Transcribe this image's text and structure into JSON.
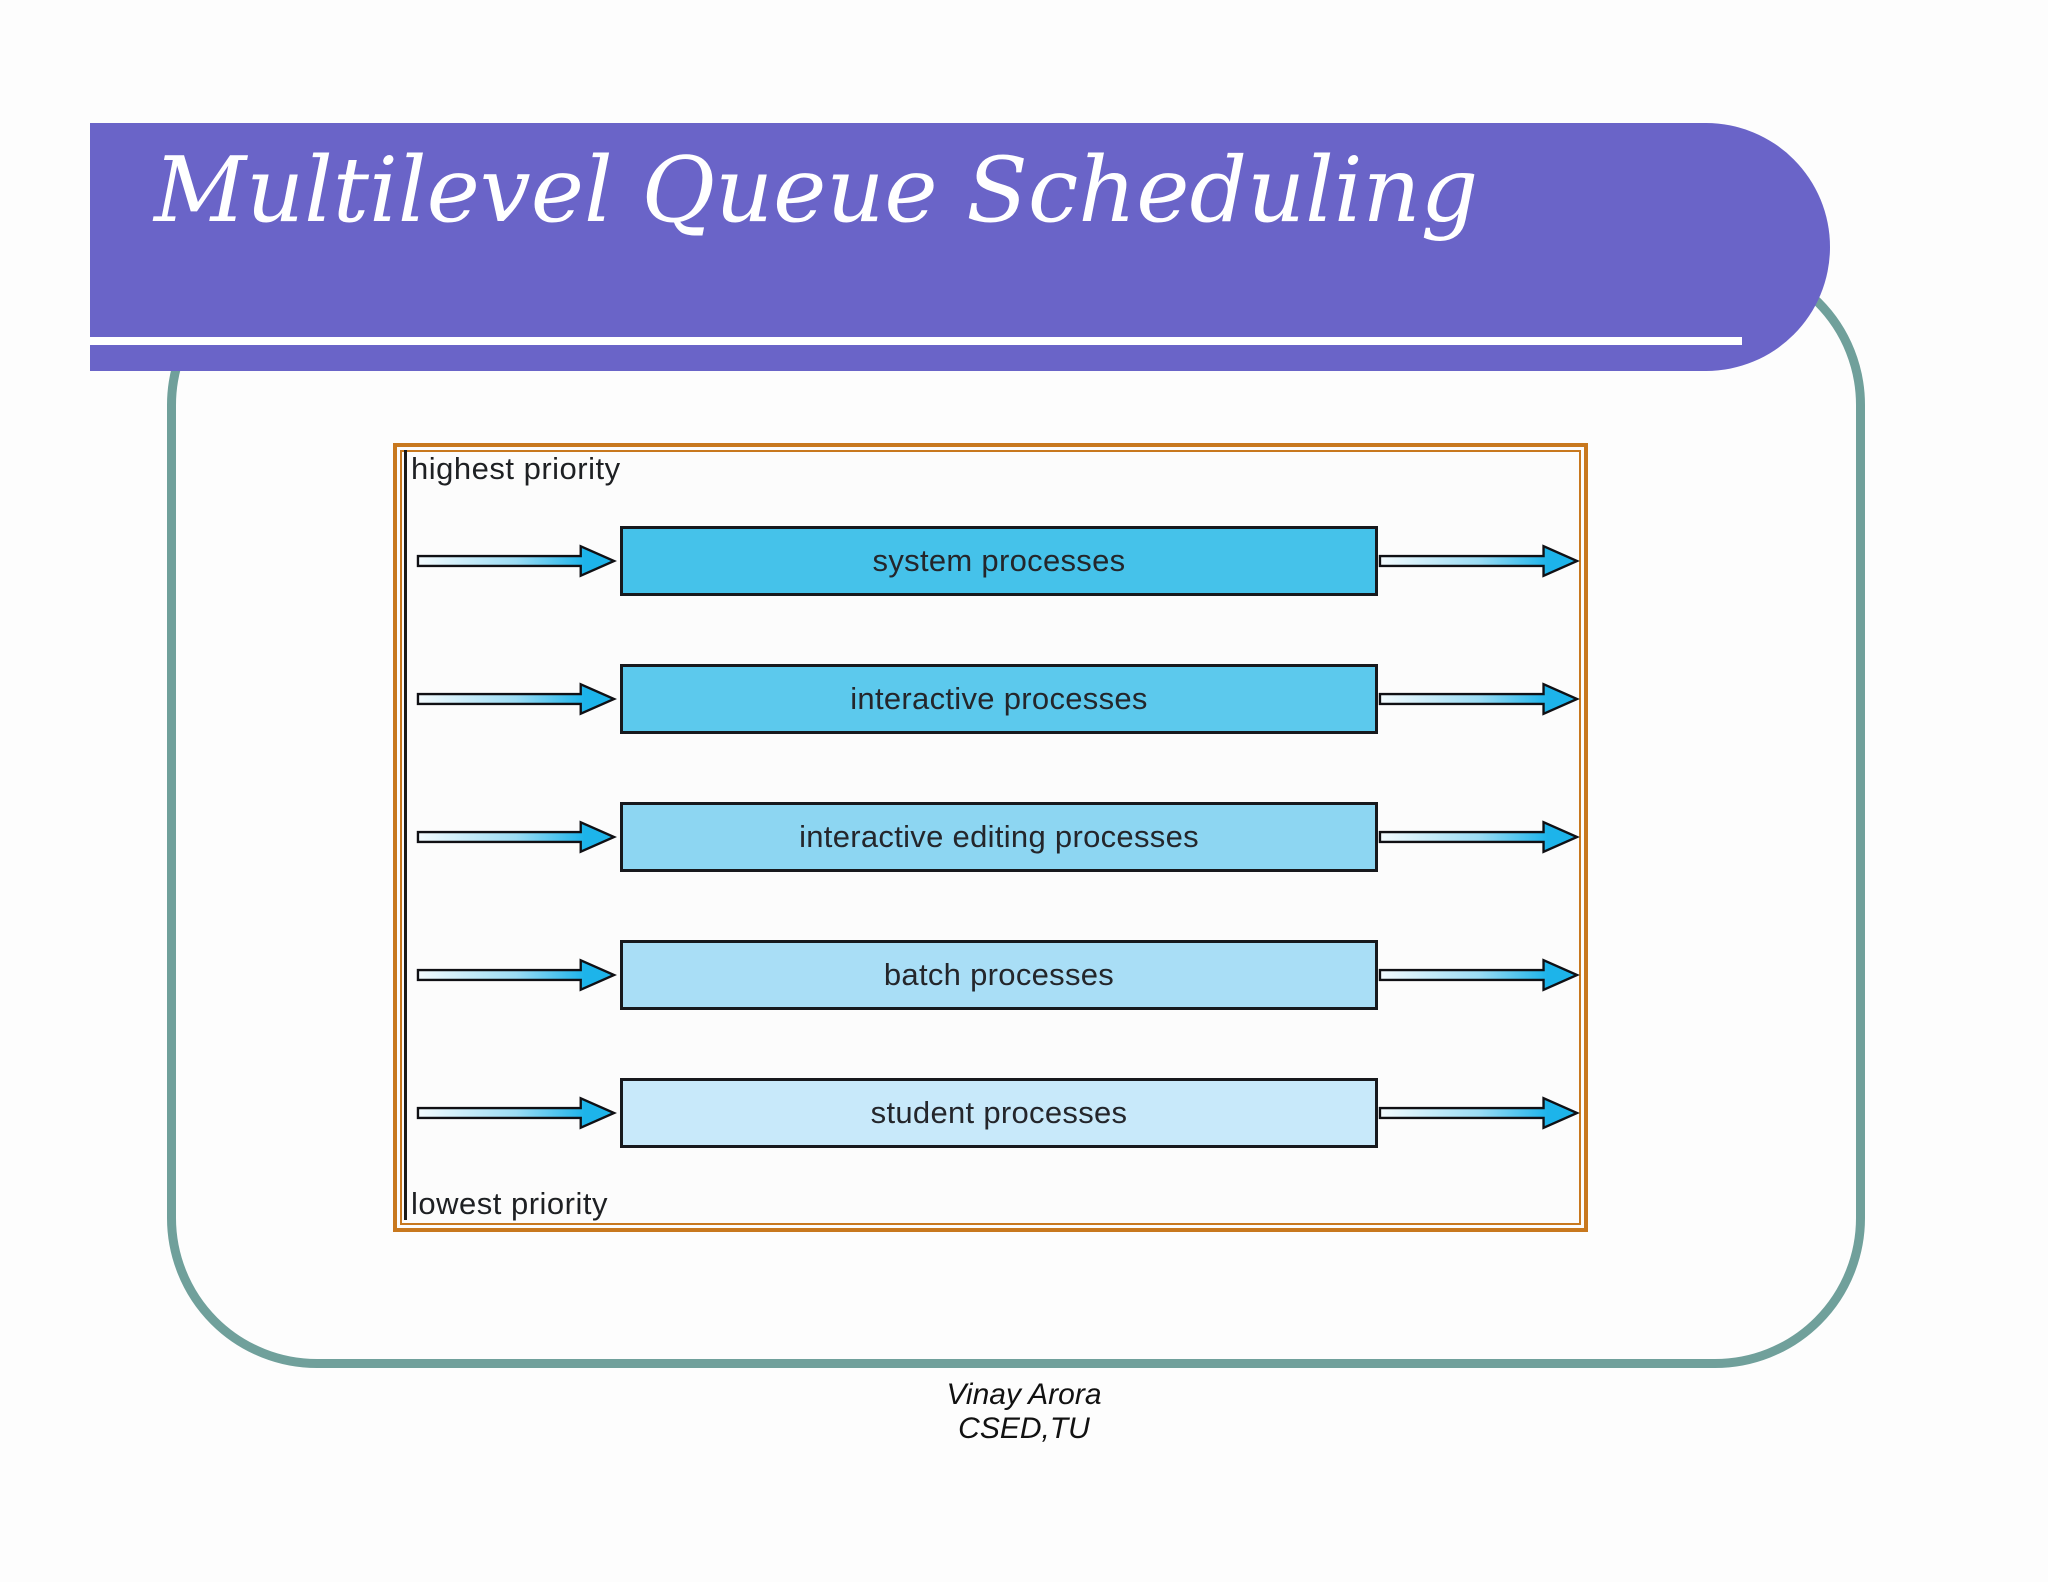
{
  "slide": {
    "title": "Multilevel Queue Scheduling",
    "footer": {
      "line1": "Vinay Arora",
      "line2": "CSED,TU"
    }
  },
  "colors": {
    "banner_purple": "#6a64c8",
    "frame_teal": "#70a09b",
    "border_orange": "#c8781e",
    "title_white": "#ffffff"
  },
  "diagram": {
    "top_label": "highest priority",
    "bottom_label": "lowest priority",
    "queues": [
      {
        "label": "system processes",
        "fill": "#45c2ea"
      },
      {
        "label": "interactive processes",
        "fill": "#5cc9ed"
      },
      {
        "label": "interactive editing processes",
        "fill": "#8dd6f2"
      },
      {
        "label": "batch processes",
        "fill": "#a9def6"
      },
      {
        "label": "student processes",
        "fill": "#c8e9fa"
      }
    ],
    "arrow": {
      "gradient": [
        "#f4fbfe",
        "#9bdcf4",
        "#1db4ea",
        "#1db4ea"
      ],
      "outline": "#101014"
    }
  }
}
